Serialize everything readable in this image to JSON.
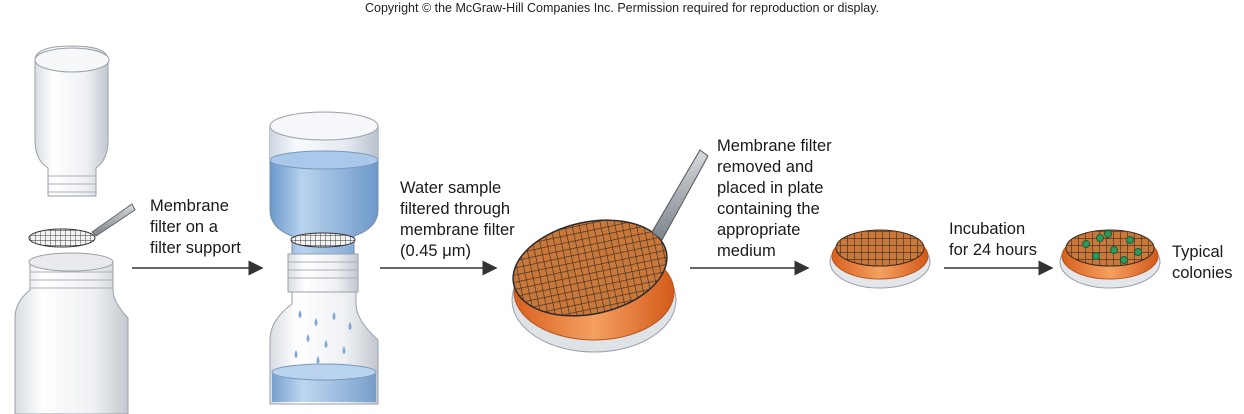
{
  "copyright": "Copyright © the McGraw-Hill Companies Inc. Permission required for reproduction or display.",
  "steps": [
    {
      "lines": [
        "Membrane",
        "filter on a",
        "filter support"
      ]
    },
    {
      "lines": [
        "Water sample",
        "filtered through",
        "membrane filter",
        "(0.45 μm)"
      ]
    },
    {
      "lines": [
        "Membrane filter",
        "removed and",
        "placed in plate",
        "containing the",
        "appropriate",
        "medium"
      ]
    },
    {
      "lines": [
        "Incubation",
        "for 24 hours"
      ]
    },
    {
      "lines": [
        "Typical",
        "colonies"
      ]
    }
  ],
  "colors": {
    "agar": "#e8762e",
    "water": "#8fb8e2",
    "colony": "#2e9a5a",
    "arrow": "#333333"
  }
}
